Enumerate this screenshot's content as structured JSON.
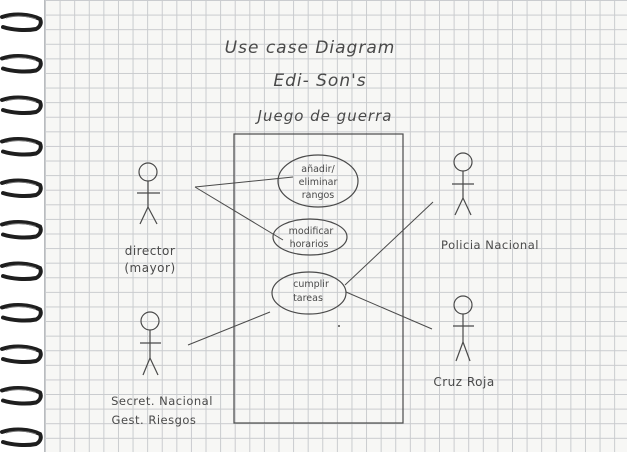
{
  "title": {
    "line1": "Use case Diagram",
    "line2": "Edi- Son's",
    "line3": "Juego de guerra"
  },
  "use_cases": [
    {
      "line1": "añadir/",
      "line2": "eliminar",
      "line3": "rangos"
    },
    {
      "line1": "modificar",
      "line2": "horarios"
    },
    {
      "line1": "cumplir",
      "line2": "tareas"
    }
  ],
  "actors": [
    {
      "line1": "director",
      "line2": "(mayor)"
    },
    {
      "line1": "Policia Nacional"
    },
    {
      "line1": "Secret. Nacional",
      "line2": "Gest. Riesgos"
    },
    {
      "line1": "Cruz Roja"
    }
  ],
  "colors": {
    "ink": "#4a4a4a",
    "grid": "#c9cbce",
    "paper": "#f7f7f5",
    "spiral": "#1e1e1e"
  }
}
